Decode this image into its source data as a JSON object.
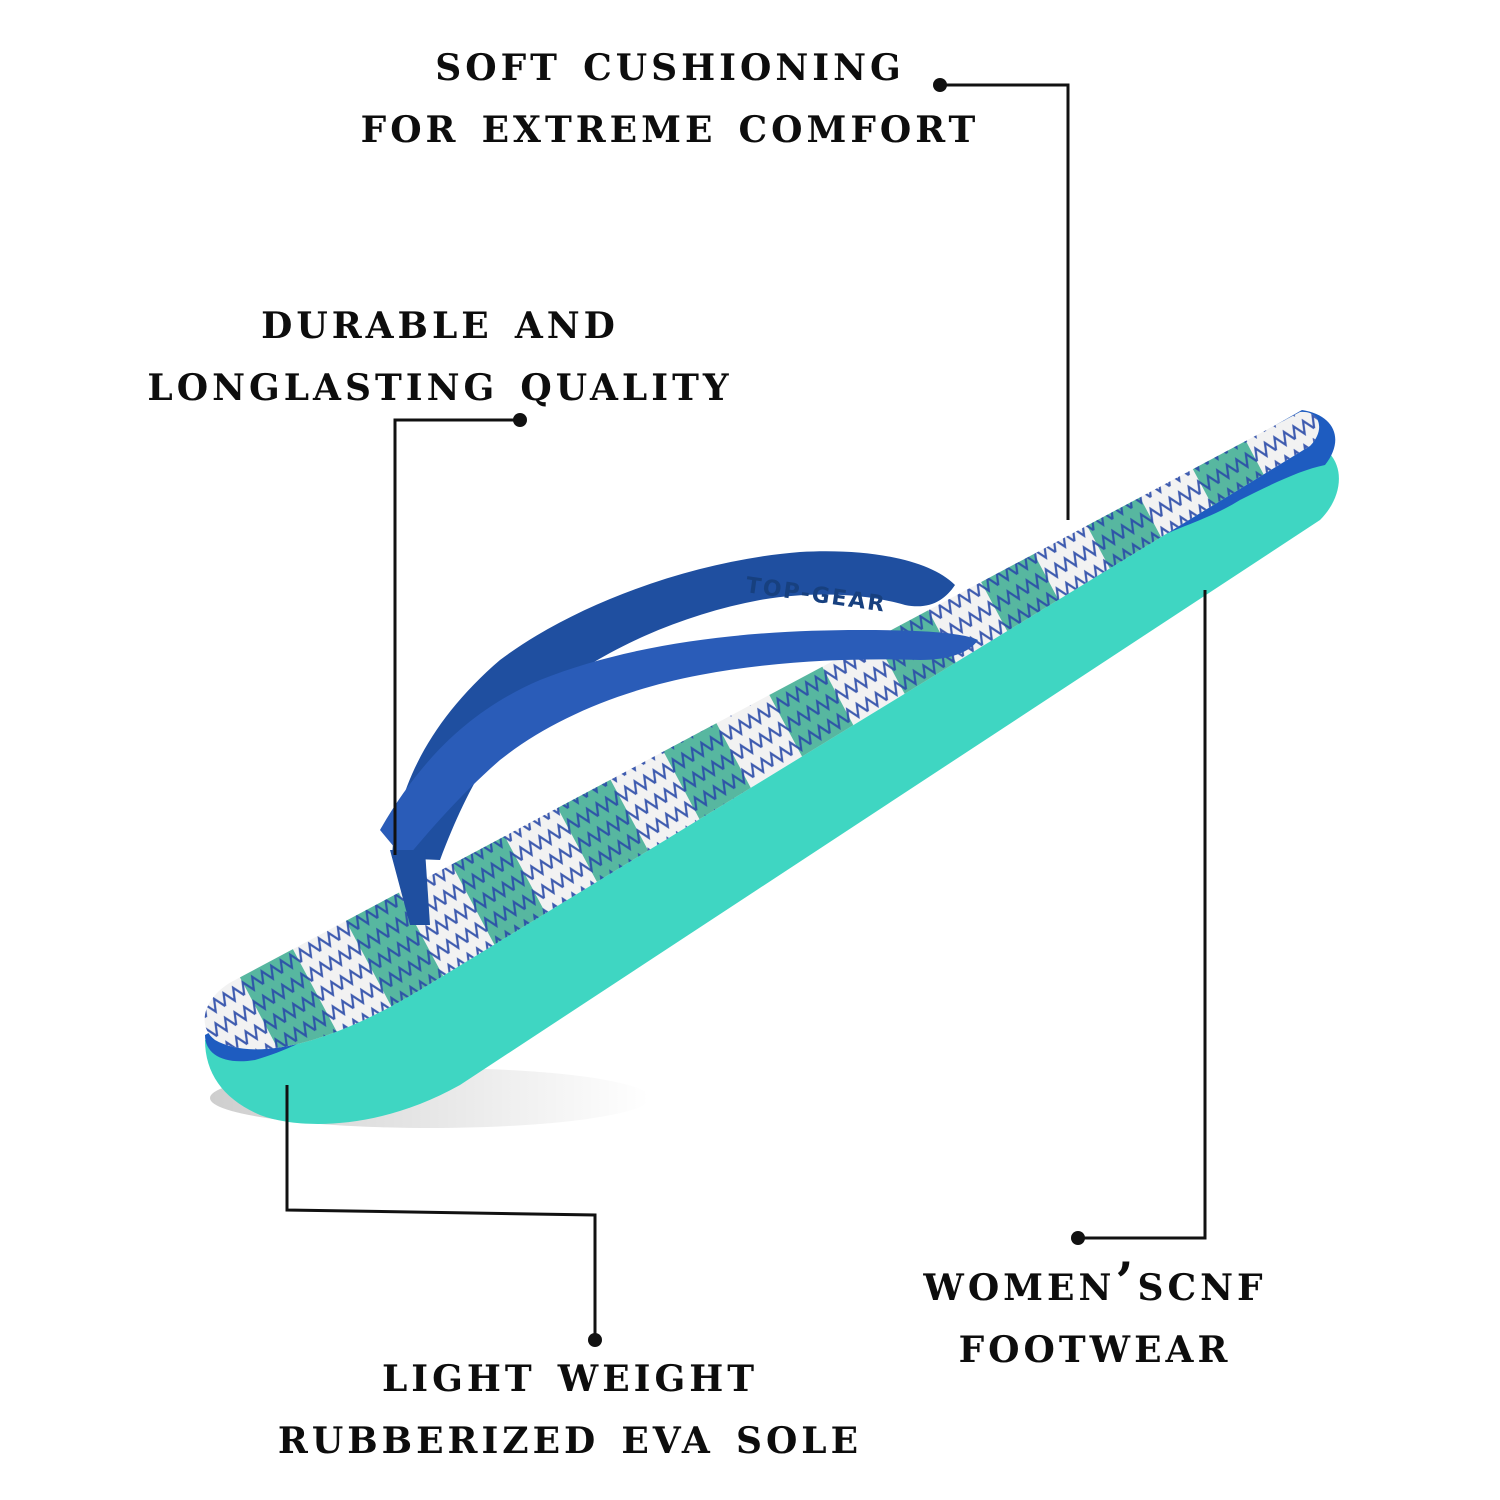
{
  "callouts": {
    "soft": {
      "line1": "Soft cushioning",
      "line2": "for extreme comfort"
    },
    "durable": {
      "line1": "Durable and",
      "line2": "Longlasting Quality"
    },
    "light": {
      "line1": "Light weight",
      "line2": "Rubberized eva sole"
    },
    "women": {
      "line1": "Women’scnf",
      "line2": "Footwear"
    }
  },
  "product": {
    "strap_brand": "TOP-GEAR",
    "colors": {
      "strap": "#1f4fa0",
      "midsole": "#1e5cc0",
      "outsole": "#3fd6c2",
      "stripe_teal": "#57b7a0",
      "stripe_white": "#f2f2f2",
      "pattern_ink": "#2a4aa8"
    }
  },
  "icons": {
    "leader_dot": "filled-circle"
  }
}
